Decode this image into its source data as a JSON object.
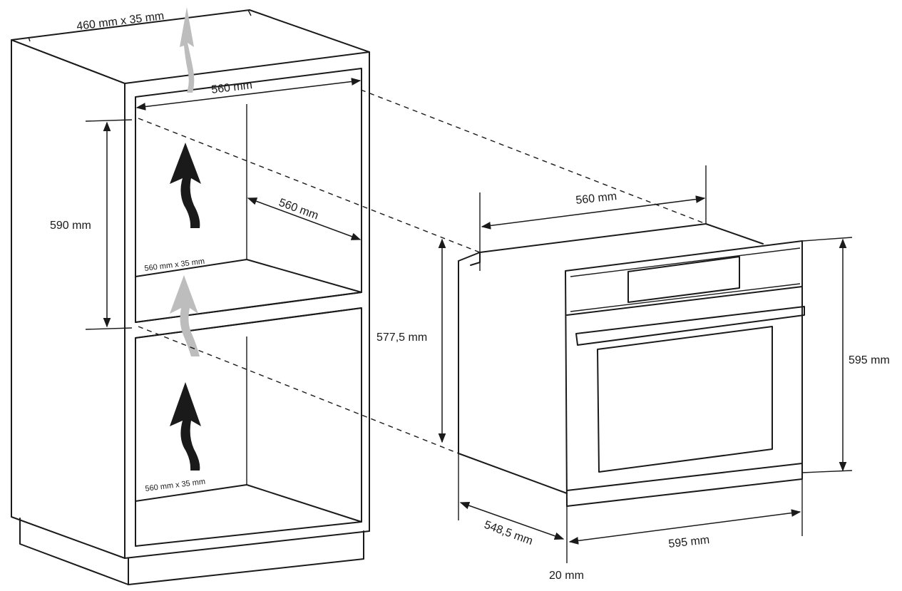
{
  "labels": {
    "top_vent": "460 mm x 35 mm",
    "cabinet_width": "560 mm",
    "cabinet_height": "590 mm",
    "cabinet_depth": "560 mm",
    "shelf_vent_upper": "560 mm x 35 mm",
    "shelf_vent_lower": "560 mm x 35 mm",
    "oven_body_width": "560 mm",
    "oven_body_height": "577,5 mm",
    "oven_front_height": "595 mm",
    "oven_depth": "548,5 mm",
    "oven_front_width": "595 mm",
    "front_thickness": "20 mm"
  },
  "colors": {
    "line": "#1a1a1a",
    "arrow_dark": "#1a1a1a",
    "arrow_light": "#bdbdbd",
    "background": "#ffffff"
  },
  "icons": {
    "airflow_dark": "airflow-arrow-icon",
    "airflow_light": "airflow-arrow-faded-icon"
  }
}
